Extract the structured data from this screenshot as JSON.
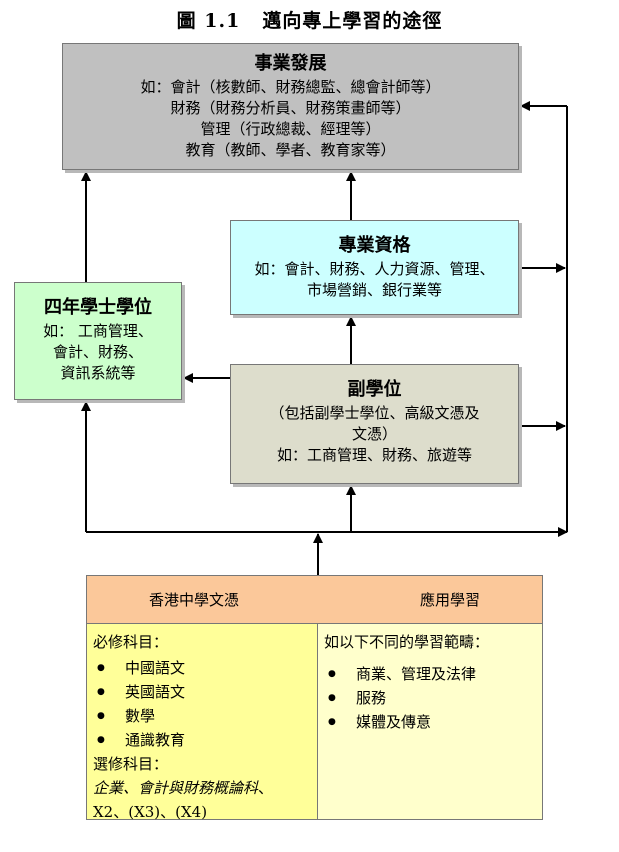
{
  "figure": {
    "number": "圖 1.1",
    "title": "邁向專上學習的途徑"
  },
  "career": {
    "title": "事業發展",
    "lines": [
      "如：會計（核數師、財務總監、總會計師等）",
      "財務（財務分析員、財務策畫師等）",
      "管理（行政總裁、經理等）",
      "教育（教師、學者、教育家等）"
    ]
  },
  "professional": {
    "title": "專業資格",
    "lines": [
      "如：會計、財務、人力資源、管理、",
      "市場營銷、銀行業等"
    ]
  },
  "degree": {
    "title": "四年學士學位",
    "lines": [
      "如： 工商管理、",
      "會計、財務、",
      "資訊系統等"
    ]
  },
  "associate": {
    "title": "副學位",
    "lines": [
      "（包括副學士學位、高級文憑及",
      "文憑）",
      "如：工商管理、財務、旅遊等"
    ]
  },
  "hkdse": {
    "left_header": "香港中學文憑",
    "right_header": "應用學習",
    "core_label": "必修科目：",
    "core_subjects": [
      "中國語文",
      "英國語文",
      "數學",
      "通識教育"
    ],
    "elective_label": "選修科目：",
    "elective_subject": "企業、會計與財務概論科",
    "elective_suffix": "、",
    "elective_others": "X2、(X3)、(X4)",
    "apl_label": "如以下不同的學習範疇：",
    "apl_areas": [
      "商業、管理及法律",
      "服務",
      "媒體及傳意"
    ]
  }
}
